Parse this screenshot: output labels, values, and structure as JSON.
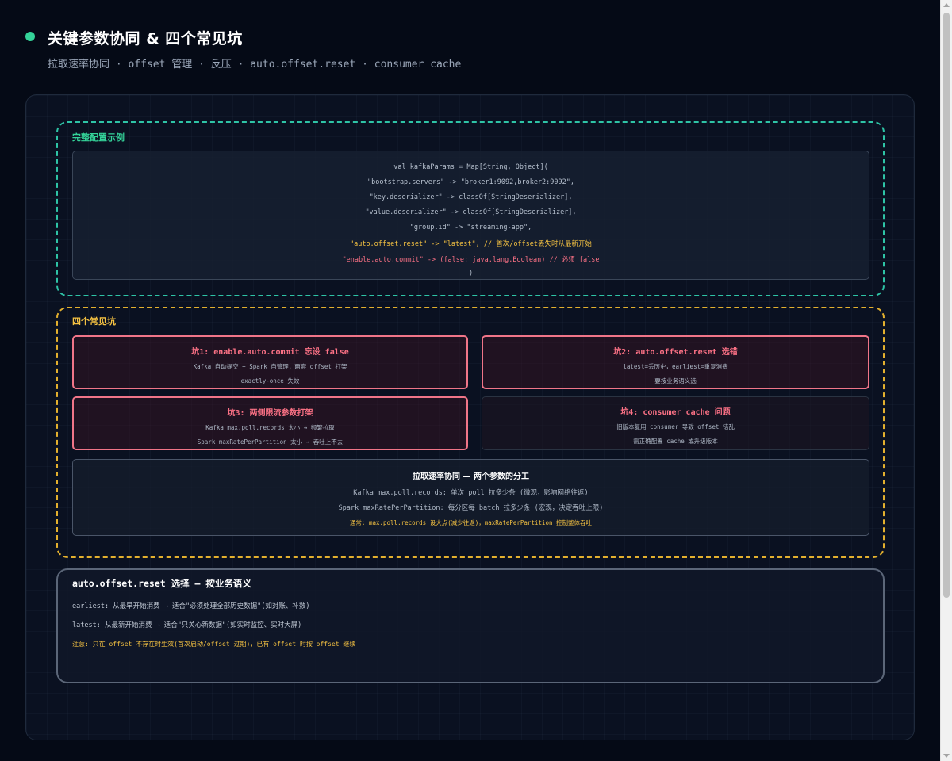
{
  "header": {
    "title": "关键参数协同 & 四个常见坑",
    "subtitle": "拉取速率协同 · offset 管理 · 反压 · auto.offset.reset · consumer cache"
  },
  "config": {
    "label": "完整配置示例",
    "lines": [
      {
        "text": "val kafkaParams = Map[String, Object](",
        "color": "normal"
      },
      {
        "text": "\"bootstrap.servers\" -> \"broker1:9092,broker2:9092\",",
        "color": "normal"
      },
      {
        "text": "\"key.deserializer\" -> classOf[StringDeserializer],",
        "color": "normal"
      },
      {
        "text": "\"value.deserializer\" -> classOf[StringDeserializer],",
        "color": "normal"
      },
      {
        "text": "\"group.id\" -> \"streaming-app\",",
        "color": "normal"
      },
      {
        "text": "\"auto.offset.reset\" -> \"latest\", // 首次/offset丢失时从最新开始",
        "color": "yellow"
      },
      {
        "text": "\"enable.auto.commit\" -> (false: java.lang.Boolean) // 必须 false",
        "color": "red"
      },
      {
        "text": ")",
        "color": "normal"
      }
    ]
  },
  "pits": {
    "label": "四个常见坑",
    "items": [
      {
        "title": "坑1: enable.auto.commit 忘设 false",
        "line1": "Kafka 自动提交 + Spark 自管理，两套 offset 打架",
        "line2": "exactly-once 失效"
      },
      {
        "title": "坑2: auto.offset.reset 选错",
        "line1": "latest=丢历史，earliest=重复消费",
        "line2": "要按业务语义选"
      },
      {
        "title": "坑3: 两侧限流参数打架",
        "line1": "Kafka max.poll.records 太小 → 频繁拉取",
        "line2": "Spark maxRatePerPartition 太小 → 吞吐上不去"
      },
      {
        "title": "坑4: consumer cache 问题",
        "line1": "旧版本复用 consumer 导致 offset 错乱",
        "line2": "需正确配置 cache 或升级版本"
      }
    ],
    "collab": {
      "title": "拉取速率协同 — 两个参数的分工",
      "line1": "Kafka max.poll.records: 单次 poll 拉多少条 (微观，影响网络往返)",
      "line2": "Spark maxRatePerPartition: 每分区每 batch 拉多少条 (宏观，决定吞吐上限)",
      "note": "通常: max.poll.records 设大点(减少往返)，maxRatePerPartition 控制整体吞吐"
    }
  },
  "reset": {
    "title": "auto.offset.reset 选择 — 按业务语义",
    "earliest": "earliest: 从最早开始消费 → 适合\"必须处理全部历史数据\"(如对账、补数)",
    "latest": "latest: 从最新开始消费 → 适合\"只关心新数据\"(如实时监控、实时大屏)",
    "note": "注意: 只在 offset 不存在时生效(首次启动/offset 过期)，已有 offset 时按 offset 继续"
  },
  "colors": {
    "accent_green": "#34d399",
    "accent_yellow": "#f5c242",
    "accent_red": "#fb7185",
    "background": "#050a16"
  }
}
